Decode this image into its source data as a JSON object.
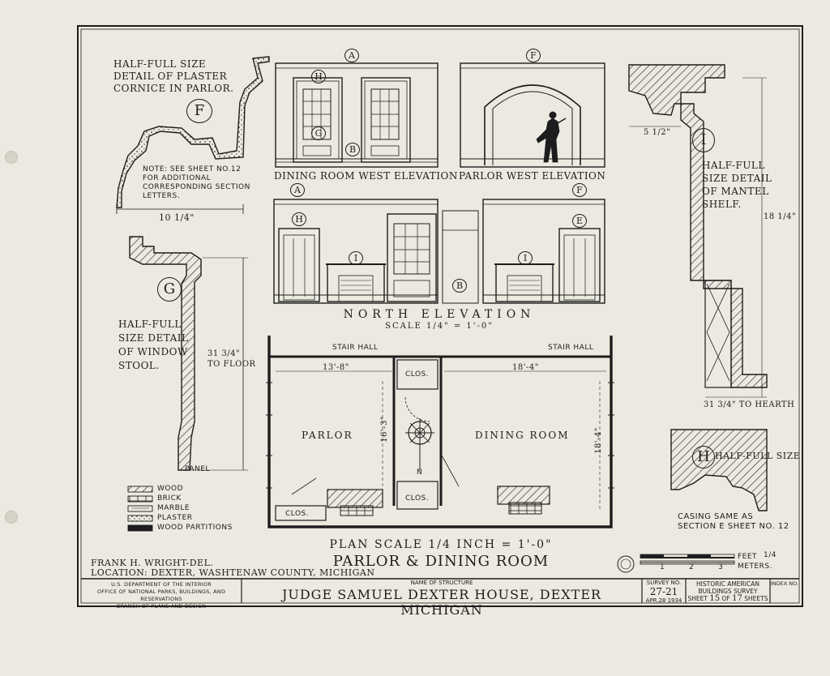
{
  "colors": {
    "paper": "#ece9e0",
    "ink": "#1d1d1d",
    "stipple": "#3a3a3a"
  },
  "details": {
    "F": {
      "letter": "F",
      "title_line1": "HALF-FULL SIZE",
      "title_line2": "DETAIL OF PLASTER",
      "title_line3": "CORNICE IN PARLOR.",
      "note_line1": "NOTE: SEE SHEET NO.12",
      "note_line2": "FOR ADDITIONAL",
      "note_line3": "CORRESPONDING SECTION",
      "note_line4": "LETTERS.",
      "dim": "10 1/4\""
    },
    "G": {
      "letter": "G",
      "title_line1": "HALF-FULL",
      "title_line2": "SIZE DETAIL",
      "title_line3": "OF WINDOW",
      "title_line4": "STOOL.",
      "dim1": "31 3/4\"",
      "dim2": "TO FLOOR",
      "panel": "PANEL"
    },
    "I": {
      "letter": "I",
      "title_line1": "HALF-FULL",
      "title_line2": "SIZE DETAIL",
      "title_line3": "OF MANTEL",
      "title_line4": "SHELF.",
      "dim_top": "5 1/2\"",
      "dim_side": "18 1/4\"",
      "dim_bottom": "31 3/4\" TO HEARTH"
    },
    "H": {
      "letter": "H",
      "title": "HALF-FULL SIZE",
      "note_line1": "CASING SAME AS",
      "note_line2": "SECTION E SHEET NO. 12"
    }
  },
  "elevations": {
    "dining_west": {
      "label": "DINING ROOM WEST ELEVATION",
      "tag_a": "A",
      "tag_h": "H",
      "tag_g": "G",
      "tag_b": "B"
    },
    "parlor_west": {
      "label": "PARLOR WEST ELEVATION",
      "tag_f": "F"
    },
    "north": {
      "label": "NORTH ELEVATION",
      "scale": "SCALE 1/4\" = 1'-0\"",
      "tag_a": "A",
      "tag_h": "H",
      "tag_i1": "I",
      "tag_b": "B",
      "tag_i2": "I",
      "tag_f": "F",
      "tag_e": "E"
    }
  },
  "plan": {
    "stair_hall_left": "STAIR HALL",
    "stair_hall_right": "STAIR HALL",
    "dim_parlor_w": "13'-8\"",
    "dim_dining_w": "18'-4\"",
    "dim_parlor_d": "16'-3\"",
    "dim_dining_d": "18'-4\"",
    "parlor": "PARLOR",
    "dining_room": "DINING ROOM",
    "clos1": "CLOS.",
    "clos2": "CLOS.",
    "clos3": "CLOS.",
    "north_arrow": "N",
    "caption": "PLAN SCALE 1/4 INCH = 1'-0\"",
    "title": "PARLOR & DINING ROOM"
  },
  "legend": {
    "items": [
      {
        "label": "WOOD"
      },
      {
        "label": "BRICK"
      },
      {
        "label": "MARBLE"
      },
      {
        "label": "PLASTER"
      },
      {
        "label": "WOOD PARTITIONS"
      }
    ]
  },
  "credits": {
    "drawn_by": "FRANK H. WRIGHT-DEL.",
    "location": "LOCATION: DEXTER, WASHTENAW COUNTY, MICHIGAN"
  },
  "scale_bar": {
    "feet_label": "FEET",
    "feet_fraction": "1/4",
    "meters_label": "METERS.",
    "meter_ticks": [
      "1",
      "2",
      "3"
    ]
  },
  "title_block": {
    "dept_line1": "U.S. DEPARTMENT OF THE INTERIOR",
    "dept_line2": "OFFICE OF NATIONAL PARKS, BUILDINGS, AND RESERVATIONS",
    "dept_line3": "BRANCH OF PLANS AND DESIGN",
    "name_label": "NAME OF STRUCTURE",
    "structure_name": "JUDGE SAMUEL DEXTER HOUSE, DEXTER MICHIGAN",
    "survey_label": "SURVEY NO.",
    "survey_no": "27-21",
    "survey_date": "APR.28 1934",
    "habs_line1": "HISTORIC AMERICAN",
    "habs_line2": "BUILDINGS SURVEY",
    "sheet_prefix": "SHEET",
    "sheet_no": "15",
    "sheet_of": "OF",
    "sheet_total": "17",
    "sheet_suffix": "SHEETS",
    "index_label": "INDEX NO."
  }
}
